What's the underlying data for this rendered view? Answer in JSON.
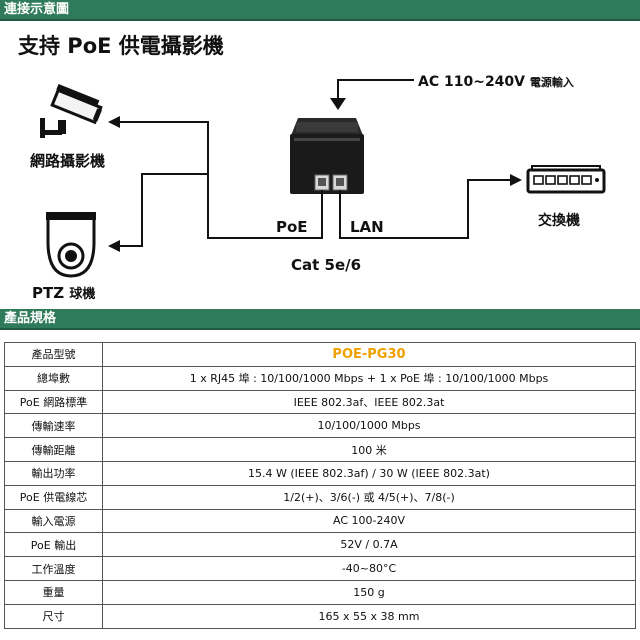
{
  "sections": {
    "diagram_title": "連接示意圖",
    "spec_title": "產品規格"
  },
  "diagram": {
    "heading": "支持 PoE 供電攝影機",
    "ac_label": "AC 110~240V",
    "ac_suffix": "電源輸入",
    "camera_label": "網路攝影機",
    "ptz_label_prefix": "PTZ",
    "ptz_label_suffix": "球機",
    "poe_port_label": "PoE",
    "lan_port_label": "LAN",
    "cable_label": "Cat 5e/6",
    "switch_label": "交換機",
    "accent_color": "#2e7a5a",
    "icons": [
      "cctv-camera-icon",
      "ptz-dome-camera-icon",
      "poe-injector-icon",
      "network-switch-icon"
    ]
  },
  "specs": {
    "model": {
      "label": "產品型號",
      "value": "POE-PG30"
    },
    "rows": [
      {
        "label": "總埠數",
        "value": "1 x RJ45 埠 : 10/100/1000 Mbps + 1 x PoE 埠 : 10/100/1000 Mbps"
      },
      {
        "label": "PoE 網路標準",
        "value": "IEEE 802.3af、IEEE 802.3at"
      },
      {
        "label": "傳輸速率",
        "value": "10/100/1000 Mbps"
      },
      {
        "label": "傳輸距離",
        "value": "100 米"
      },
      {
        "label": "輸出功率",
        "value": "15.4 W (IEEE 802.3af) / 30 W (IEEE 802.3at)"
      },
      {
        "label": "PoE 供電線芯",
        "value": "1/2(+)、3/6(-) 或 4/5(+)、7/8(-)"
      },
      {
        "label": "輸入電源",
        "value": "AC 100-240V"
      },
      {
        "label": "PoE 輸出",
        "value": "52V / 0.7A"
      },
      {
        "label": "工作溫度",
        "value": "-40~80°C"
      },
      {
        "label": "重量",
        "value": "150 g"
      },
      {
        "label": "尺寸",
        "value": "165 x 55 x 38 mm"
      }
    ]
  }
}
